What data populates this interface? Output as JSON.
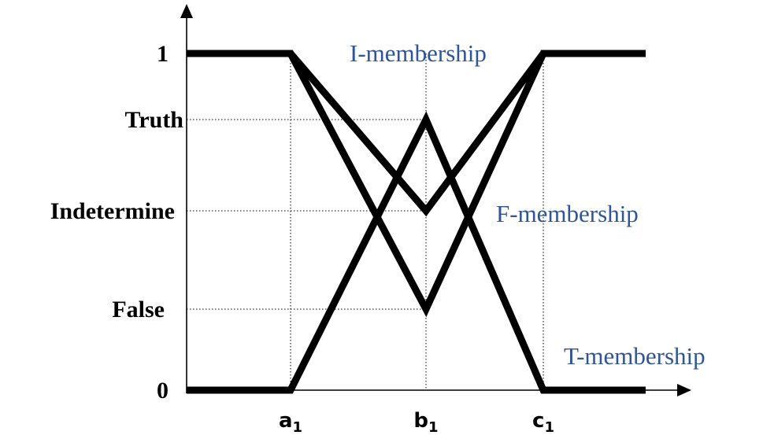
{
  "chart_data": {
    "type": "line",
    "title": "",
    "xlabel": "",
    "ylabel": "",
    "x_ticks": [
      {
        "base": "a",
        "sub": "1"
      },
      {
        "base": "b",
        "sub": "1"
      },
      {
        "base": "c",
        "sub": "1"
      }
    ],
    "y_ticks": [
      "1",
      "Truth",
      "Indetermine",
      "False",
      "0"
    ],
    "series": [
      {
        "name": "I-membership",
        "color": "#2e5597",
        "points": [
          [
            "start",
            "1"
          ],
          [
            "a1",
            "1"
          ],
          [
            "b1",
            "Indetermine"
          ],
          [
            "c1",
            "1"
          ],
          [
            "end",
            "1"
          ]
        ]
      },
      {
        "name": "F-membership",
        "color": "#2e5597",
        "points": [
          [
            "start",
            "1"
          ],
          [
            "a1",
            "1"
          ],
          [
            "b1",
            "False"
          ],
          [
            "c1",
            "1"
          ],
          [
            "end",
            "1"
          ]
        ]
      },
      {
        "name": "T-membership",
        "color": "#2e5597",
        "points": [
          [
            "start",
            "0"
          ],
          [
            "a1",
            "0"
          ],
          [
            "b1",
            "Truth"
          ],
          [
            "c1",
            "0"
          ],
          [
            "end",
            "0"
          ]
        ]
      }
    ],
    "grid": false,
    "guide_lines": "dotted"
  }
}
